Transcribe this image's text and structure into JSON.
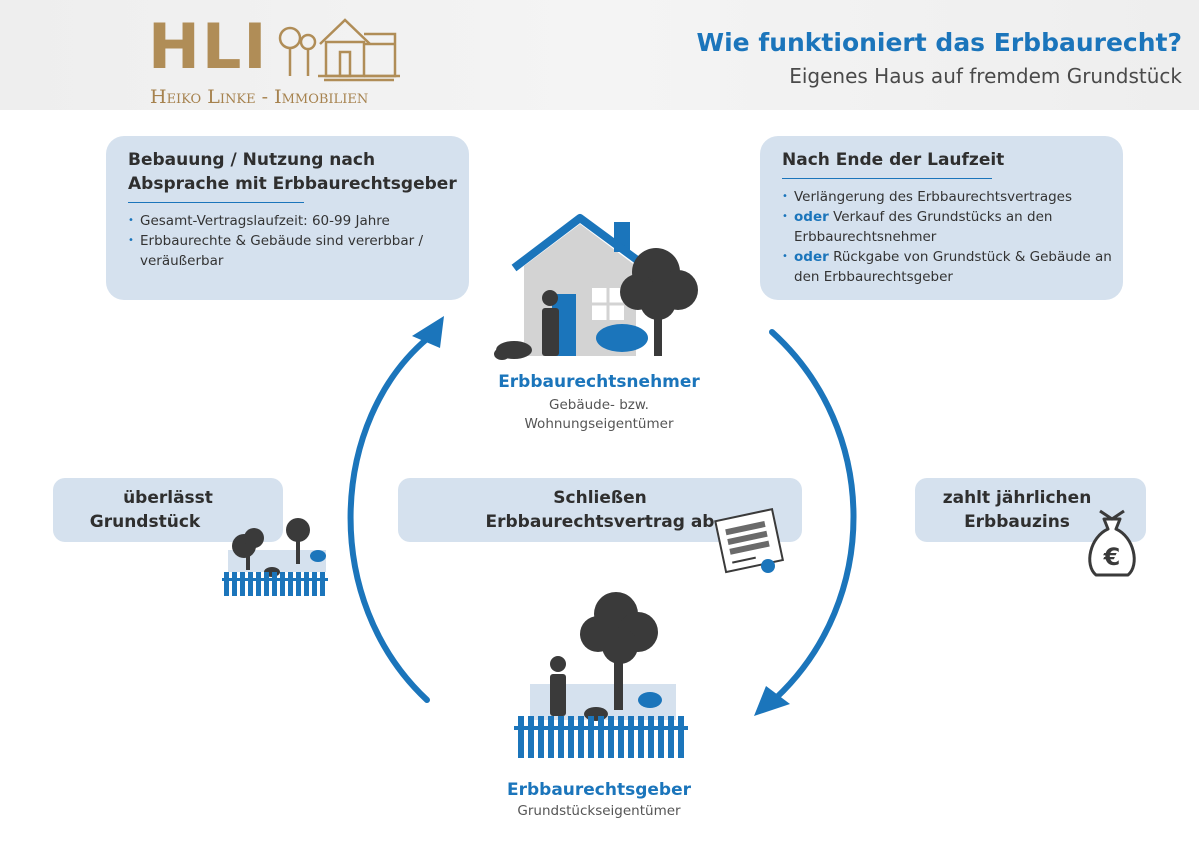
{
  "header": {
    "logo_letters": "HLI",
    "logo_sub": "Heiko Linke - Immobilien",
    "title": "Wie funktioniert das Erbbaurecht?",
    "subtitle": "Eigenes Haus auf fremdem Grundstück"
  },
  "box_left": {
    "title_line1": "Bebauung / Nutzung nach",
    "title_line2": "Absprache mit Erbbaurechtsgeber",
    "bullets": [
      "Gesamt-Vertragslaufzeit: 60-99 Jahre",
      "Erbbaurechte & Gebäude sind vererbbar / veräußerbar"
    ]
  },
  "box_right": {
    "title": "Nach Ende der Laufzeit",
    "bullet1": "Verlängerung des Erbbaurechtsvertrages",
    "oder": "oder",
    "bullet2": "Verkauf des Grundstücks an den Erbbaurechtsnehmer",
    "bullet3": "Rückgabe von Grundstück & Gebäude an den Erbbaurechtsgeber"
  },
  "nehmer": {
    "title": "Erbbaurechtsnehmer",
    "sub_line1": "Gebäude- bzw.",
    "sub_line2": "Wohnungseigentümer"
  },
  "geber": {
    "title": "Erbbaurechtsgeber",
    "sub": "Grundstückseigentümer"
  },
  "left_label": {
    "line1": "überlässt",
    "line2": "Grundstück"
  },
  "center_label": {
    "line1": "Schließen",
    "line2": "Erbbaurechtsvertrag ab"
  },
  "right_label": {
    "line1": "zahlt jährlichen",
    "line2": "Erbbauzins"
  },
  "euro_symbol": "€",
  "colors": {
    "accent": "#1b75bb",
    "box_bg": "#d5e1ee",
    "logo_gold": "#b08d57",
    "dark": "#3a3a3a",
    "house_grey": "#d3d3d3"
  }
}
